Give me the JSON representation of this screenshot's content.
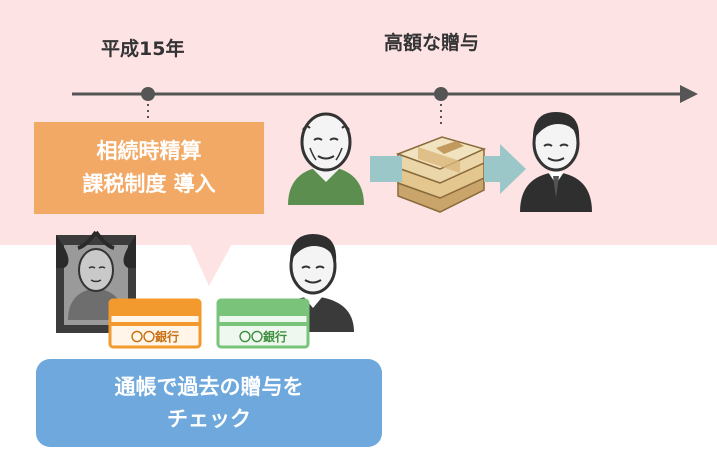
{
  "timeline": {
    "left_label": "平成15年",
    "right_label": "高額な贈与"
  },
  "system_box": {
    "line1": "相続時精算",
    "line2": "課税制度 導入"
  },
  "passbooks": [
    {
      "label": "〇〇銀行",
      "color": "#f39a2e"
    },
    {
      "label": "〇〇銀行",
      "color": "#79c47a"
    }
  ],
  "check_box": {
    "line1": "通帳で過去の贈与を",
    "line2": "チェック"
  },
  "colors": {
    "background_band": "#fde3e4",
    "system_box": "#f3a966",
    "check_box": "#6fa8dc",
    "timeline": "#555555",
    "gift_arrow": "#9bc7c9"
  },
  "icons": [
    "elderly-man-icon",
    "money-bundle-icon",
    "arrow-right-icon",
    "businessman-icon",
    "memorial-portrait-icon"
  ]
}
